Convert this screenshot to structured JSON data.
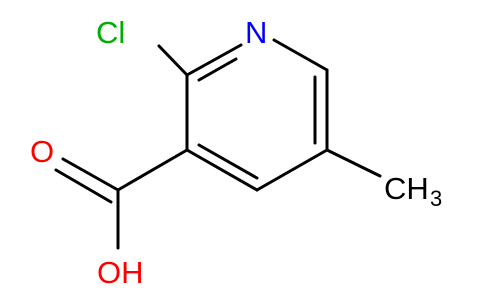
{
  "molecule": {
    "atoms": {
      "chlorine": {
        "label": "Cl",
        "color": "#00ae00"
      },
      "nitrogen": {
        "label": "N",
        "color": "#0000ff"
      },
      "carbonyl_oxygen": {
        "label": "O",
        "color": "#ff0000"
      },
      "hydroxyl": {
        "label": "OH",
        "color": "#ff0000"
      },
      "methyl": {
        "label": "CH",
        "subscript": "3",
        "color": "#000000"
      }
    },
    "bond_color": "#000000"
  }
}
